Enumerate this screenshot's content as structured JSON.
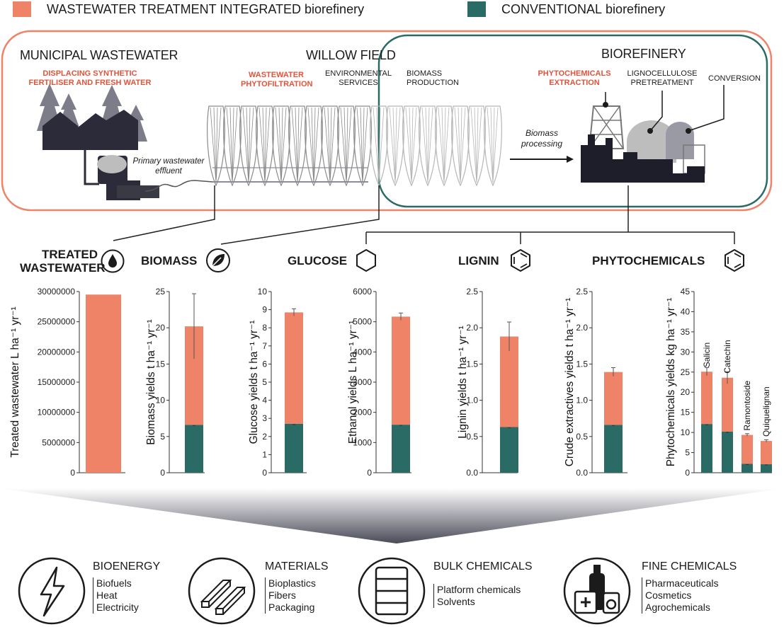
{
  "legend": {
    "integrated": {
      "label_main": "WASTEWATER TREATMENT INTEGRATED",
      "label_tail": "biorefinery",
      "color": "#ef8368"
    },
    "conventional": {
      "label_main": "CONVENTIONAL",
      "label_tail": "biorefinery",
      "color": "#2a6b65"
    }
  },
  "diagram": {
    "municipal_title": "MUNICIPAL WASTEWATER",
    "municipal_sub": "DISPLACING SYNTHETIC FERTILISER AND FRESH WATER",
    "effluent_label": "Primary wastewater effluent",
    "willow_title": "WILLOW FIELD",
    "phyto_sub": "WASTEWATER PHYTOFILTRATION",
    "env_sub": "ENVIRONMENTAL SERVICES",
    "biomass_prod_sub": "BIOMASS PRODUCTION",
    "biorefinery_title": "BIOREFINERY",
    "extraction_sub": "PHYTOCHEMICALS EXTRACTION",
    "pretreatment_sub": "LIGNOCELLULOSE PRETREATMENT",
    "conversion_sub": "CONVERSION",
    "processing_label": "Biomass processing"
  },
  "products": {
    "treated": "TREATED WASTEWATER",
    "biomass": "BIOMASS",
    "glucose": "GLUCOSE",
    "lignin": "LIGNIN",
    "phyto": "PHYTOCHEMICALS"
  },
  "chart_data": [
    {
      "type": "bar",
      "ylabel": "Treated wastewater L ha⁻¹ yr⁻¹",
      "ylim": [
        0,
        30000000
      ],
      "ticks": [
        "0",
        "5000000",
        "10000000",
        "15000000",
        "20000000",
        "25000000",
        "30000000"
      ],
      "categories": [
        ""
      ],
      "series": [
        {
          "values": [
            29500000
          ]
        }
      ]
    },
    {
      "type": "bar",
      "ylabel": "Biomass yields t ha⁻¹ yr⁻¹",
      "ylim": [
        0,
        25
      ],
      "ticks": [
        "0",
        "5",
        "10",
        "15",
        "20",
        "25"
      ],
      "categories": [
        ""
      ],
      "conventional": [
        6.6
      ],
      "integrated_total": [
        20.2
      ],
      "error": [
        4.5
      ]
    },
    {
      "type": "bar",
      "ylabel": "Glucose yields t ha⁻¹ yr⁻¹",
      "ylim": [
        0,
        10
      ],
      "ticks": [
        "0",
        "1",
        "2",
        "3",
        "4",
        "5",
        "6",
        "7",
        "8",
        "9",
        "10"
      ],
      "categories": [
        ""
      ],
      "conventional": [
        2.7
      ],
      "integrated_total": [
        8.85
      ],
      "error": [
        0.2
      ]
    },
    {
      "type": "bar",
      "ylabel": "Ethanol yields L ha⁻¹ yr⁻¹",
      "ylim": [
        0,
        6000
      ],
      "ticks": [
        "0",
        "1000",
        "2000",
        "3000",
        "4000",
        "5000",
        "6000"
      ],
      "categories": [
        ""
      ],
      "conventional": [
        1590
      ],
      "integrated_total": [
        5170
      ],
      "error": [
        120
      ]
    },
    {
      "type": "bar",
      "ylabel": "Lignin yields t ha⁻¹ yr⁻¹",
      "ylim": [
        0,
        2.5
      ],
      "ticks": [
        "0.0",
        "0.5",
        "1.0",
        "1.5",
        "2.0",
        "2.5"
      ],
      "categories": [
        ""
      ],
      "conventional": [
        0.63
      ],
      "integrated_total": [
        1.88
      ],
      "error": [
        0.2
      ]
    },
    {
      "type": "bar",
      "ylabel": "Crude extractives yields t ha⁻¹ yr⁻¹",
      "ylim": [
        0,
        2.5
      ],
      "ticks": [
        "0.0",
        "0.5",
        "1.0",
        "1.5",
        "2.0",
        "2.5"
      ],
      "categories": [
        ""
      ],
      "conventional": [
        0.66
      ],
      "integrated_total": [
        1.39
      ],
      "error": [
        0.06
      ]
    },
    {
      "type": "bar",
      "ylabel": "Phytochemicals yields kg ha⁻¹ yr⁻¹",
      "ylim": [
        0,
        45
      ],
      "ticks": [
        "0",
        "5",
        "10",
        "15",
        "20",
        "25",
        "30",
        "35",
        "40",
        "45"
      ],
      "categories": [
        "Salicin",
        "Catechin",
        "Ramontoside",
        "Quiquelignan"
      ],
      "conventional": [
        12.1,
        10.2,
        2.2,
        2.1
      ],
      "integrated_total": [
        25.1,
        23.6,
        9.4,
        7.9
      ],
      "error": [
        1.0,
        1.5,
        0.3,
        0.3
      ]
    }
  ],
  "categories": [
    {
      "title": "BIOENERGY",
      "items": [
        "Biofuels",
        "Heat",
        "Electricity"
      ]
    },
    {
      "title": "MATERIALS",
      "items": [
        "Bioplastics",
        "Fibers",
        "Packaging"
      ]
    },
    {
      "title": "BULK CHEMICALS",
      "items": [
        "Platform chemicals",
        "Solvents"
      ]
    },
    {
      "title": "FINE CHEMICALS",
      "items": [
        "Pharmaceuticals",
        "Cosmetics",
        "Agrochemicals"
      ]
    }
  ]
}
